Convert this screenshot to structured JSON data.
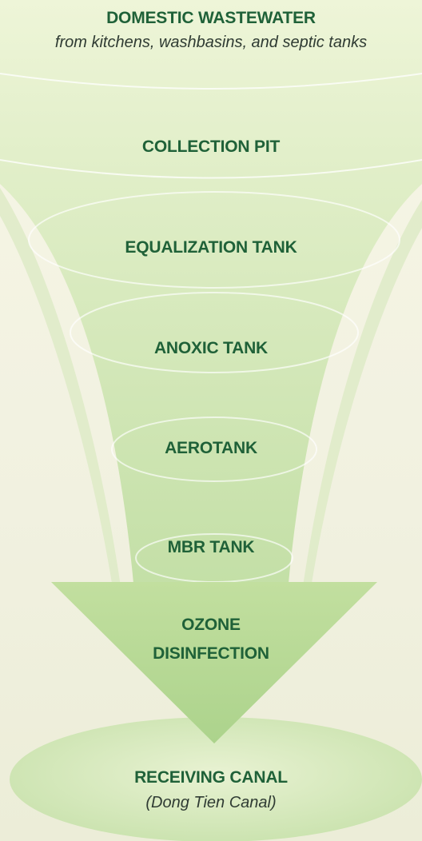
{
  "source": {
    "title": "DOMESTIC WASTEWATER",
    "subtitle": "from kitchens, washbasins, and septic tanks"
  },
  "stages": [
    "COLLECTION PIT",
    "EQUALIZATION TANK",
    "ANOXIC TANK",
    "AEROTANK",
    "MBR TANK"
  ],
  "disinfection": {
    "line1": "OZONE",
    "line2": "DISINFECTION"
  },
  "outlet": {
    "title": "RECEIVING CANAL",
    "subtitle": "(Dong Tien Canal)"
  },
  "colors": {
    "background": "#f4f3e4",
    "funnel": "#c9e2ad",
    "arrow": "#b8d99b",
    "text": "#1f6138"
  }
}
